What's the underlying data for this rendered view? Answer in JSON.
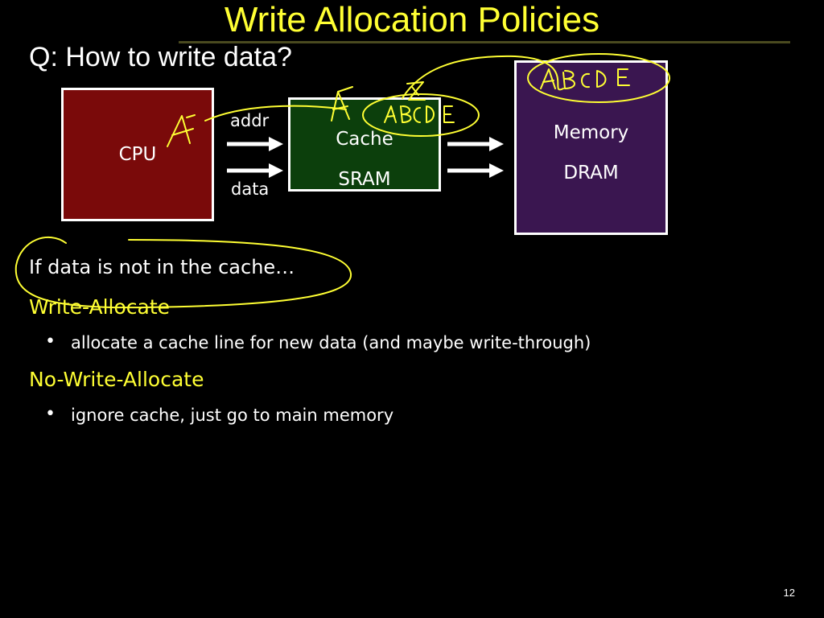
{
  "slide": {
    "title": "Write Allocation Policies",
    "question": "Q: How to write data?",
    "page_number": "12"
  },
  "diagram": {
    "cpu": {
      "label": "CPU"
    },
    "cache": {
      "line1": "Cache",
      "line2": "SRAM"
    },
    "memory": {
      "line1": "Memory",
      "line2": "DRAM"
    },
    "addr_label": "addr",
    "data_label": "data"
  },
  "content": {
    "intro": "If data is not in the cache…",
    "write_allocate": {
      "heading": "Write-Allocate",
      "bullet": "allocate a cache line for new data (and maybe write-through)"
    },
    "no_write_allocate": {
      "heading": "No-Write-Allocate",
      "bullet": "ignore cache, just go to main memory"
    }
  },
  "colors": {
    "title": "#FFFF33",
    "cpu_fill": "#7a0a0a",
    "cache_fill": "#0c3f0c",
    "memory_fill": "#3a1650",
    "ink": "#FFFF33"
  },
  "annotations": {
    "cpu_ink_letter": "A",
    "cache_ink_letters": "ABCDE",
    "cache_ink_strike": "A",
    "memory_ink_letters": "ABCDE"
  }
}
